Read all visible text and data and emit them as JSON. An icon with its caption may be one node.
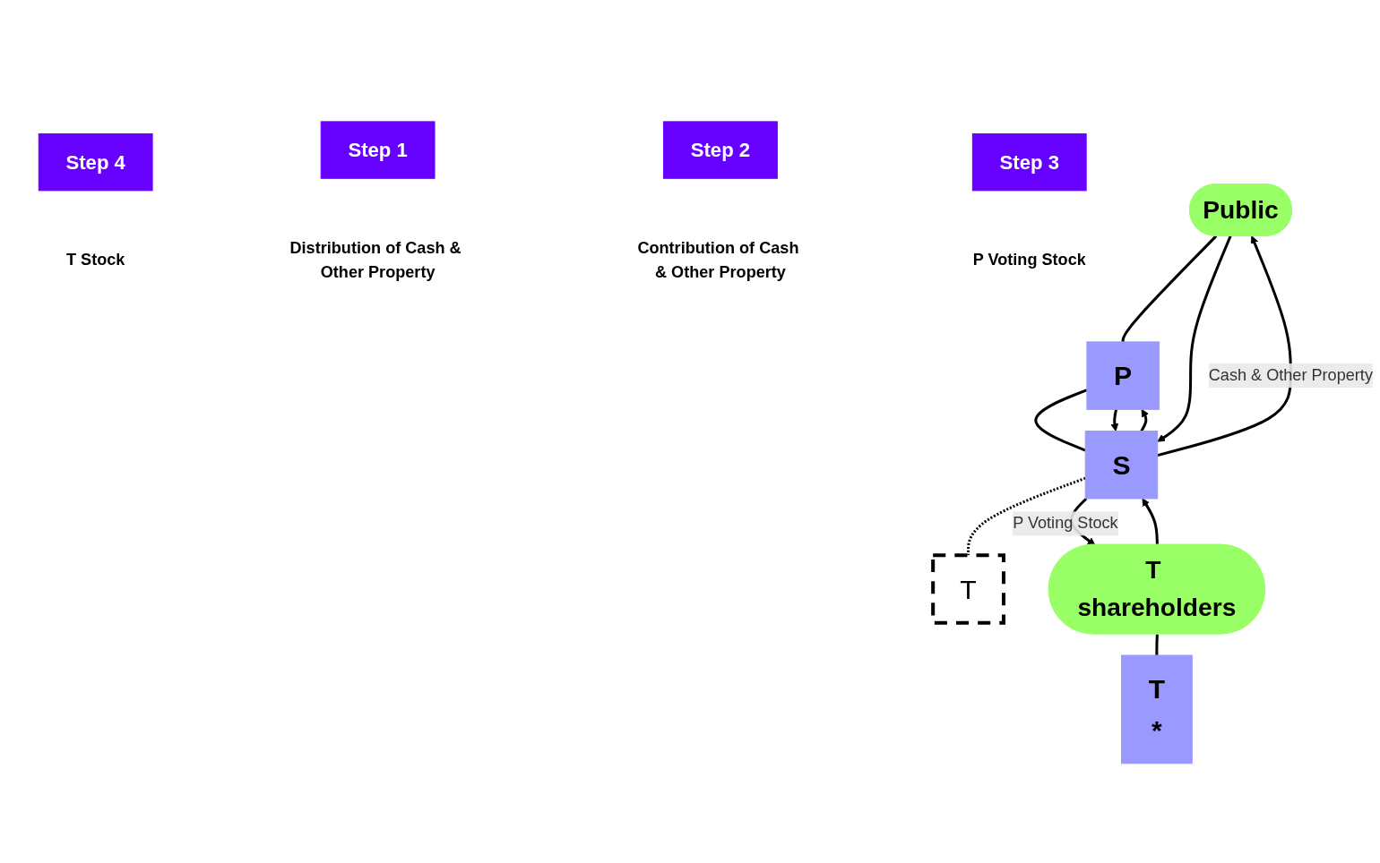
{
  "diagram": {
    "nodes": [
      {
        "text": [
          "Public"
        ]
      },
      {
        "text": [
          "P"
        ]
      },
      {
        "text": [
          "S"
        ]
      },
      {
        "text": [
          "T"
        ]
      },
      {
        "text": [
          "T shareholders"
        ]
      },
      {
        "text": [
          "T",
          "*"
        ]
      },
      {
        "text": [
          "Step 3"
        ],
        "beside": [
          "P Voting Stock"
        ]
      },
      {
        "text": [
          "Step 2"
        ],
        "beside": [
          "Contribution of Cash & Other Property"
        ]
      },
      {
        "text": [
          "Step 1"
        ],
        "beside": [
          "Distribution of Cash & Other Property"
        ]
      },
      {
        "text": [
          "Step 4"
        ],
        "beside": [
          "T Stock"
        ]
      }
    ],
    "edges": [
      {
        "from": 0,
        "to": 1,
        "arrow": "none"
      },
      {
        "from": 1,
        "to": 2,
        "arrow": "none"
      },
      {
        "from": 2,
        "to": 3,
        "arrow": "none",
        "style": "dashed"
      },
      {
        "from": 4,
        "to": 5,
        "arrow": "none"
      },
      {
        "from": 0,
        "to": 2,
        "arrow": "to"
      },
      {
        "from": 2,
        "to": 0,
        "arrow": "to",
        "label": "Cash & Other Property"
      },
      {
        "from": 1,
        "to": 2,
        "arrow": "to"
      },
      {
        "from": 2,
        "to": 1,
        "arrow": "to"
      },
      {
        "from": 4,
        "to": 2,
        "arrow": "to"
      },
      {
        "from": 2,
        "to": 4,
        "arrow": "to",
        "label": "P Voting Stock"
      }
    ]
  }
}
